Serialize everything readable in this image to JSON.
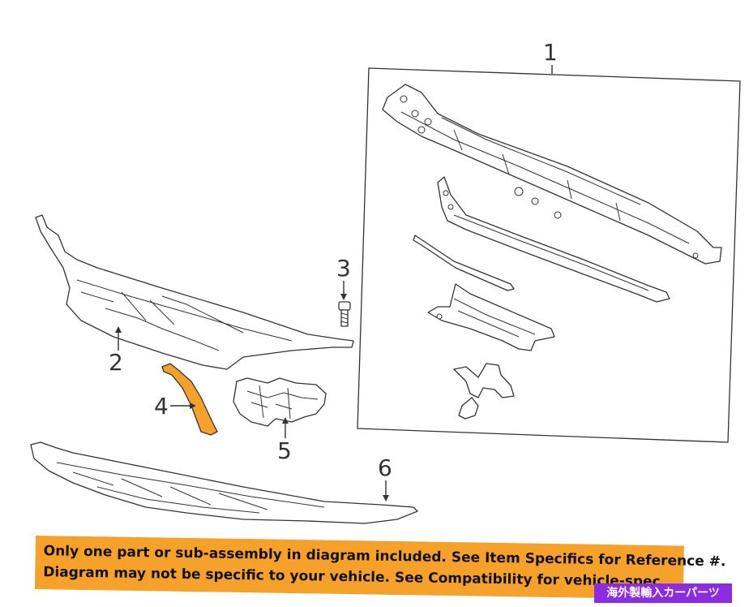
{
  "callouts": {
    "c1": "1",
    "c2": "2",
    "c3": "3",
    "c4": "4",
    "c5": "5",
    "c6": "6"
  },
  "banner": {
    "line1": "Only one part or sub-assembly in diagram included. See Item Specifics for Reference #.",
    "line2": "Diagram may not be specific to your vehicle. See Compatibility for vehicle-spec"
  },
  "badge": {
    "text": "海外製輸入カーパーツ"
  },
  "colors": {
    "banner_bg": "#f5a12a",
    "highlight_part": "#f5a12a",
    "badge_bg": "#8b2be2",
    "line": "#333333"
  }
}
